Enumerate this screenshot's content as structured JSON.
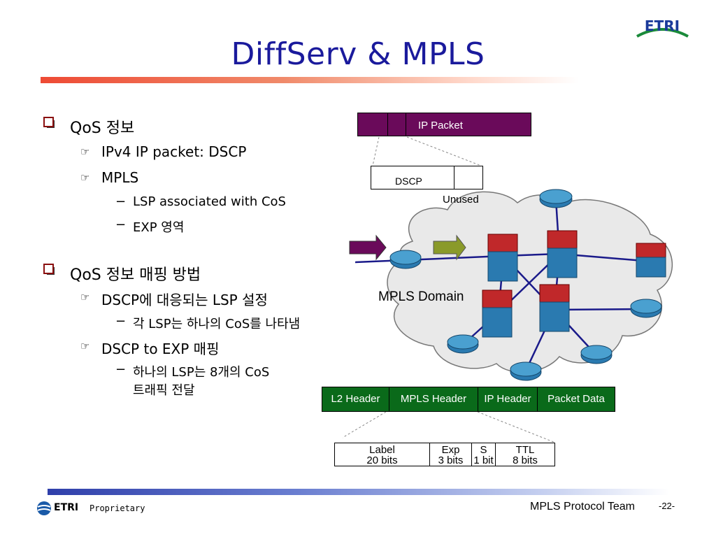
{
  "title": "DiffServ & MPLS",
  "logo_text": "ETRI",
  "bullets": [
    {
      "text": "QoS 정보",
      "sub": [
        {
          "text": "IPv4 IP packet:  DSCP"
        },
        {
          "text": "MPLS"
        }
      ],
      "subsub": [
        "LSP associated with CoS",
        "EXP 영역"
      ]
    },
    {
      "text": "QoS 정보 매핑 방법",
      "sub": [
        {
          "text": "DSCP에 대응되는 LSP 설정"
        },
        {
          "text": "DSCP to EXP 매핑"
        }
      ],
      "subsub1": [
        "각 LSP는 하나의 CoS를 나타냄"
      ],
      "subsub2": [
        "하나의 LSP는 8개의 CoS",
        "트래픽 전달"
      ]
    }
  ],
  "diagram": {
    "ip_packet": "IP Packet",
    "dscp": "DSCP",
    "unused": "Unused",
    "domain": "MPLS Domain",
    "mpls_fields": [
      "L2 Header",
      "MPLS Header",
      "IP Header",
      "Packet Data"
    ],
    "label_fields": [
      {
        "name": "Label",
        "bits": "20 bits"
      },
      {
        "name": "Exp",
        "bits": "3 bits"
      },
      {
        "name": "S",
        "bits": "1 bit"
      },
      {
        "name": "TTL",
        "bits": "8 bits"
      }
    ]
  },
  "footer": {
    "brand": "ETRI",
    "proprietary": "Proprietary",
    "team": "MPLS Protocol Team",
    "page": "-22-"
  },
  "colors": {
    "title": "#1a1a9c",
    "ip_packet": "#6a0a5a",
    "mpls_bar": "#0a6a1a",
    "bullet": "#8a0f0f",
    "logo": "#1a8a3a"
  }
}
